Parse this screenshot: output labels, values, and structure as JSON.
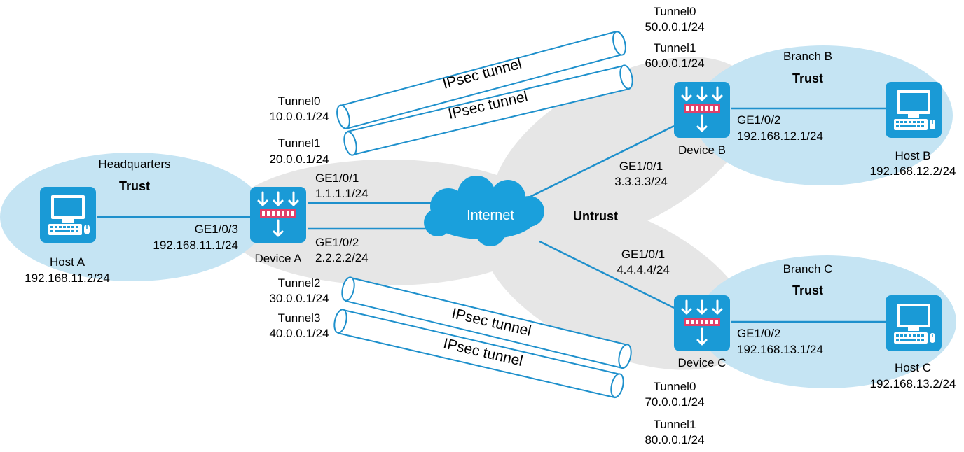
{
  "colors": {
    "trust_zone": "#c5e4f3",
    "untrust_zone": "#e6e6e6",
    "link": "#1e90cc",
    "device": "#1a9ad6",
    "device_port": "#e0406a",
    "cloud": "#1aa0dc",
    "tunnel_stroke": "#1e90cc"
  },
  "zones": {
    "hq": {
      "name": "Headquarters",
      "trust": "Trust"
    },
    "branch_b": {
      "name": "Branch B",
      "trust": "Trust"
    },
    "branch_c": {
      "name": "Branch C",
      "trust": "Trust"
    },
    "untrust": "Untrust"
  },
  "internet": "Internet",
  "hosts": {
    "a": {
      "name": "Host A",
      "ip": "192.168.11.2/24",
      "icon": "computer-icon"
    },
    "b": {
      "name": "Host B",
      "ip": "192.168.12.2/24",
      "icon": "computer-icon"
    },
    "c": {
      "name": "Host C",
      "ip": "192.168.13.2/24",
      "icon": "computer-icon"
    }
  },
  "devices": {
    "a": {
      "name": "Device A",
      "icon": "firewall-icon",
      "ge103": {
        "port": "GE1/0/3",
        "ip": "192.168.11.1/24"
      },
      "ge101": {
        "port": "GE1/0/1",
        "ip": "1.1.1.1/24"
      },
      "ge102": {
        "port": "GE1/0/2",
        "ip": "2.2.2.2/24"
      },
      "tunnels": [
        {
          "name": "Tunnel0",
          "ip": "10.0.0.1/24"
        },
        {
          "name": "Tunnel1",
          "ip": "20.0.0.1/24"
        },
        {
          "name": "Tunnel2",
          "ip": "30.0.0.1/24"
        },
        {
          "name": "Tunnel3",
          "ip": "40.0.0.1/24"
        }
      ]
    },
    "b": {
      "name": "Device B",
      "icon": "firewall-icon",
      "ge101": {
        "port": "GE1/0/1",
        "ip": "3.3.3.3/24"
      },
      "ge102": {
        "port": "GE1/0/2",
        "ip": "192.168.12.1/24"
      },
      "tunnels": [
        {
          "name": "Tunnel0",
          "ip": "50.0.0.1/24"
        },
        {
          "name": "Tunnel1",
          "ip": "60.0.0.1/24"
        }
      ]
    },
    "c": {
      "name": "Device C",
      "icon": "firewall-icon",
      "ge101": {
        "port": "GE1/0/1",
        "ip": "4.4.4.4/24"
      },
      "ge102": {
        "port": "GE1/0/2",
        "ip": "192.168.13.1/24"
      },
      "tunnels": [
        {
          "name": "Tunnel0",
          "ip": "70.0.0.1/24"
        },
        {
          "name": "Tunnel1",
          "ip": "80.0.0.1/24"
        }
      ]
    }
  },
  "ipsec_tunnels": [
    "IPsec tunnel",
    "IPsec tunnel",
    "IPsec tunnel",
    "IPsec tunnel"
  ]
}
